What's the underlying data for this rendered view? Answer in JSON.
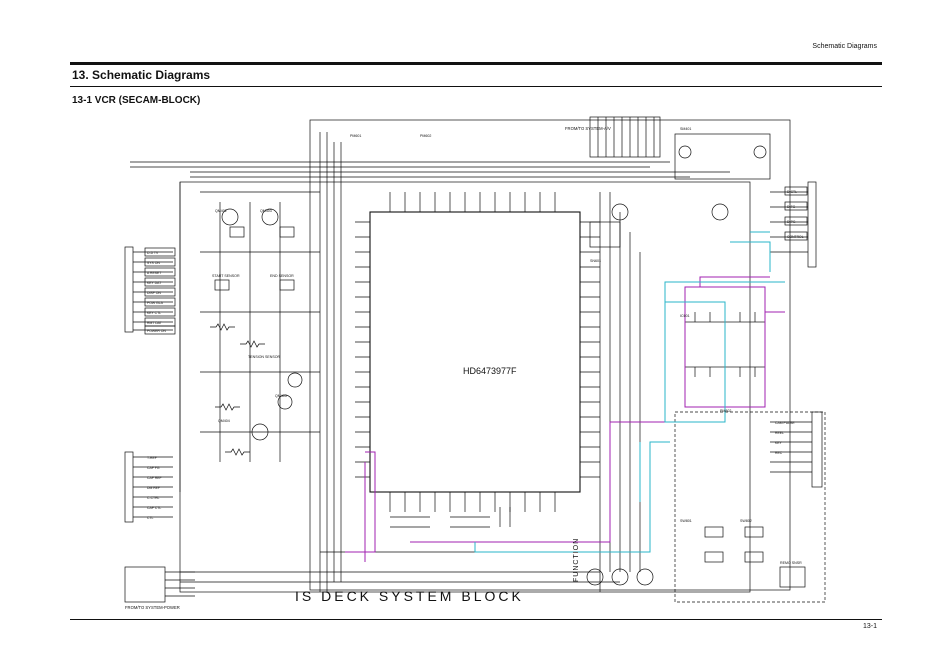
{
  "header": {
    "section_title": "Schematic Diagrams",
    "chapter_title": "13. Schematic Diagrams",
    "sub_title": "13-1 VCR (SECAM-BLOCK)"
  },
  "footer": {
    "page_number": "13-1"
  },
  "schematic": {
    "main_ic": {
      "part": "HD6473977F"
    },
    "block_title": "IS DECK SYSTEM BLOCK",
    "function_label": "FUNCTION",
    "connector_labels": [
      "FROM/TO SYSTEM-A/V",
      "FROM/TO SYSTEM-POWER"
    ],
    "left_connector_pins": [
      "D-D TV",
      "SYS ON",
      "A RESET",
      "KEY DAT",
      "DISP ON",
      "POW GLA",
      "KEY CTL",
      "RMT DAT",
      "POWER ON"
    ],
    "left_lower_pins": [
      "T-REF",
      "CAP FG",
      "CAP REF",
      "DM REF",
      "C-CTRL",
      "CAP CTL",
      "CTL"
    ],
    "right_connector_pins": [
      "D-CTL",
      "D-FG",
      "D-PG",
      "CONTROL"
    ],
    "right_lower_pins": [
      "CAM PULSE",
      "REEL",
      "KEY",
      "REC"
    ]
  },
  "colors": {
    "ink": "#111111",
    "wire_cyan": "#2ab6c8",
    "wire_magenta": "#a020b0",
    "background": "#ffffff"
  }
}
